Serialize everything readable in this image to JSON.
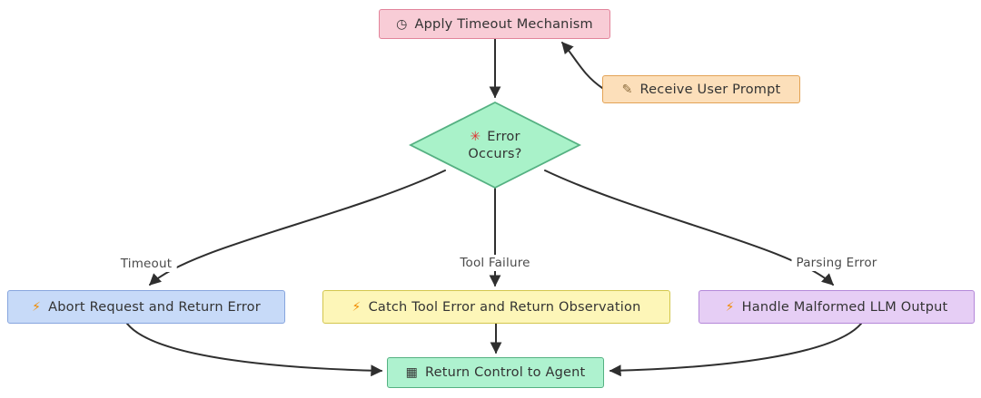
{
  "nodes": {
    "apply_timeout": {
      "icon": "◷",
      "label": "Apply Timeout Mechanism",
      "bg": "#f8ccd6",
      "border": "#e2849b"
    },
    "receive_prompt": {
      "icon": "✎",
      "label": "Receive User Prompt",
      "bg": "#fcdfba",
      "border": "#e3a355"
    },
    "error_occurs": {
      "icon": "✳",
      "line1": "Error",
      "line2": "Occurs?",
      "bg": "#a9f2c9",
      "border": "#55b182"
    },
    "abort_request": {
      "icon": "⚡",
      "label": "Abort Request and Return Error",
      "bg": "#c7daf8",
      "border": "#87a5de"
    },
    "catch_tool_error": {
      "icon": "⚡",
      "label": "Catch Tool Error and Return Observation",
      "bg": "#fdf6b8",
      "border": "#d3c64d"
    },
    "handle_malformed": {
      "icon": "⚡",
      "label": "Handle Malformed LLM Output",
      "bg": "#e6cef5",
      "border": "#b488d9"
    },
    "return_control": {
      "icon": "▦",
      "label": "Return Control to Agent",
      "bg": "#aef2cf",
      "border": "#55b182"
    }
  },
  "edges": {
    "timeout": "Timeout",
    "tool_failure": "Tool Failure",
    "parsing_error": "Parsing Error"
  },
  "colors": {
    "line": "#2f2f2f",
    "text": "#333333",
    "lightning": "#f08c00",
    "collision": "#e03131",
    "stopwatch": "#333333",
    "memo": "#8d6e3f",
    "grid": "#333333",
    "canvas_bg": "#ffffff"
  }
}
